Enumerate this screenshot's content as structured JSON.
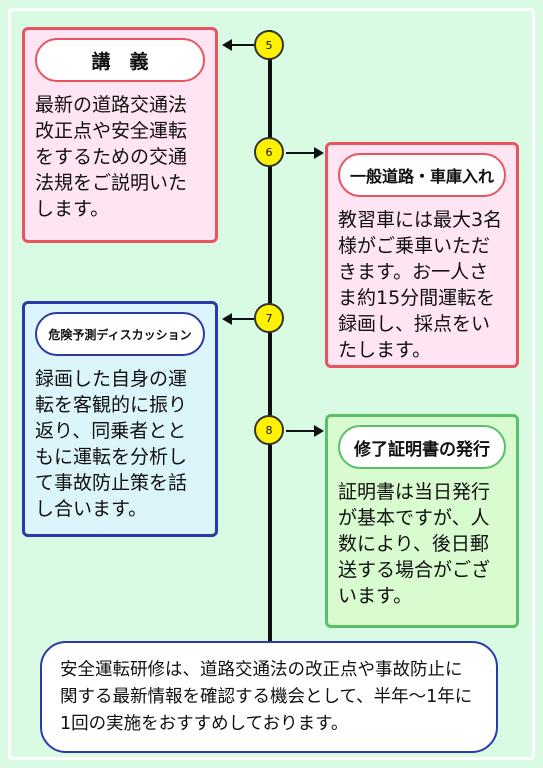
{
  "steps": [
    {
      "number": "5",
      "title": "講　義",
      "body": "最新の道路交通法改正点や安全運転をするための交通法規をご説明いたします。"
    },
    {
      "number": "6",
      "title": "一般道路・車庫入れ",
      "body": "教習車には最大3名様がご乗車いただきます。お一人さま約15分間運転を録画し、採点をいたします。"
    },
    {
      "number": "7",
      "title": "危険予測ディスカッション",
      "body": "録画した自身の運転を客観的に振り返り、同乗者とともに運転を分析して事故防止策を話し合います。"
    },
    {
      "number": "8",
      "title": "修了証明書の発行",
      "body": "証明書は当日発行が基本ですが、人数により、後日郵送する場合がございます。"
    }
  ],
  "note": "安全運転研修は、道路交通法の改正点や事故防止に関する最新情報を確認する機会として、半年〜1年に1回の実施をおすすめしております。",
  "colors": {
    "background": "#d9fbe4",
    "pink_border": "#e8545e",
    "blue_border": "#2c3aa8",
    "green_border": "#59c06a",
    "dot": "#fff200"
  }
}
